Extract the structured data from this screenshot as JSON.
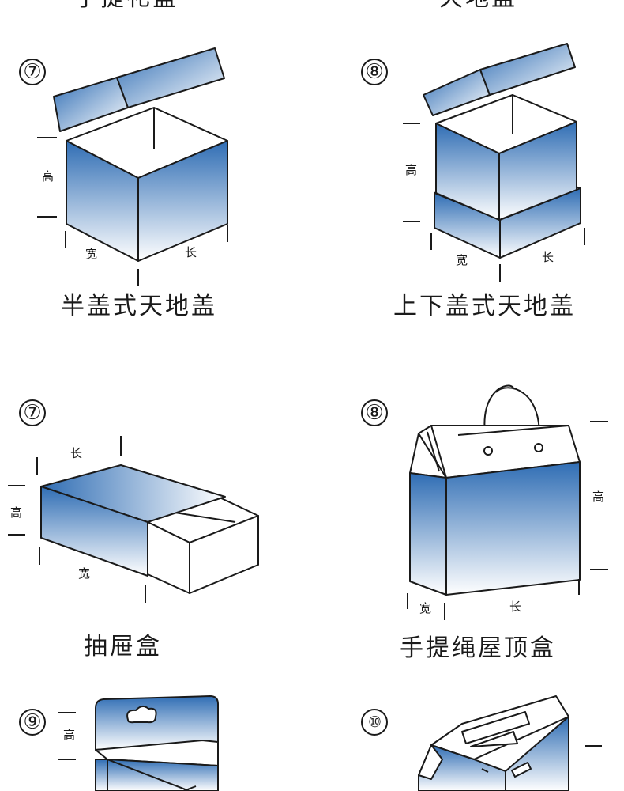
{
  "top_captions": [
    "手提礼盒",
    "天地盖"
  ],
  "boxes": [
    {
      "number": "⑦",
      "caption": "半盖式天地盖",
      "dims": {
        "height": "高",
        "width": "宽",
        "length": "长"
      }
    },
    {
      "number": "⑧",
      "caption": "上下盖式天地盖",
      "dims": {
        "height": "高",
        "width": "宽",
        "length": "长"
      }
    },
    {
      "number": "⑦",
      "caption": "抽屉盒",
      "dims": {
        "height": "高",
        "width": "宽",
        "length": "长"
      }
    },
    {
      "number": "⑧",
      "caption": "手提绳屋顶盒",
      "dims": {
        "height": "高",
        "width": "宽",
        "length": "长"
      }
    },
    {
      "number": "⑨",
      "caption": "",
      "dims": {
        "height": "高"
      }
    },
    {
      "number": "⑩",
      "caption": "",
      "dims": {}
    }
  ],
  "colors": {
    "box_blue": "#2f6db4",
    "box_light": "#ffffff",
    "line": "#1a1a1a"
  }
}
